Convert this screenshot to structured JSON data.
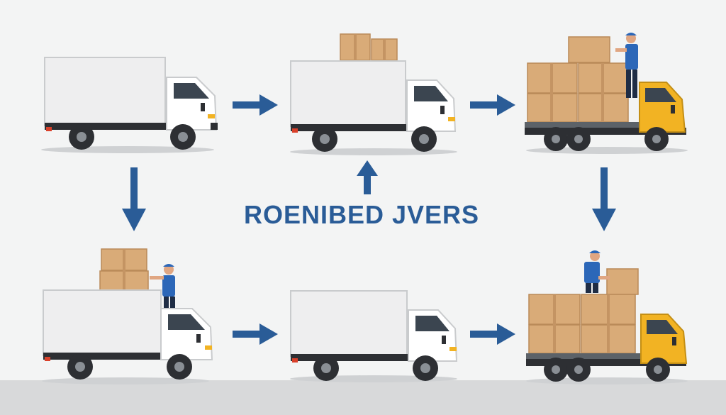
{
  "diagram": {
    "title": "ROENIBED JVERS"
  },
  "colors": {
    "arrow": "#2a5c97",
    "box_cab": "#ffffff",
    "flatbed_cab": "#f2b323",
    "cargo_box": "#eeeeef",
    "cardboard": "#d9ab78",
    "worker_shirt": "#2c67b8"
  },
  "scenes": [
    {
      "id": "top-left",
      "truck": "box-truck",
      "load": "empty",
      "worker": false
    },
    {
      "id": "top-middle",
      "truck": "box-truck",
      "load": "boxes-on-roof",
      "worker": false
    },
    {
      "id": "top-right",
      "truck": "flatbed-truck",
      "load": "stacked-boxes",
      "worker": true
    },
    {
      "id": "bottom-left",
      "truck": "box-truck",
      "load": "boxes-on-roof",
      "worker": true
    },
    {
      "id": "bottom-middle",
      "truck": "box-truck",
      "load": "empty",
      "worker": false
    },
    {
      "id": "bottom-right",
      "truck": "flatbed-truck",
      "load": "stacked-boxes",
      "worker": true
    }
  ],
  "arrows": [
    {
      "from": "top-left",
      "to": "top-middle",
      "direction": "right"
    },
    {
      "from": "top-middle",
      "to": "top-right",
      "direction": "right"
    },
    {
      "from": "top-left",
      "to": "bottom-left",
      "direction": "down"
    },
    {
      "from": "top-right",
      "to": "bottom-right",
      "direction": "down"
    },
    {
      "from": "center",
      "to": "top-middle",
      "direction": "up"
    },
    {
      "from": "bottom-left",
      "to": "bottom-middle",
      "direction": "right"
    },
    {
      "from": "bottom-middle",
      "to": "bottom-right",
      "direction": "right"
    }
  ]
}
